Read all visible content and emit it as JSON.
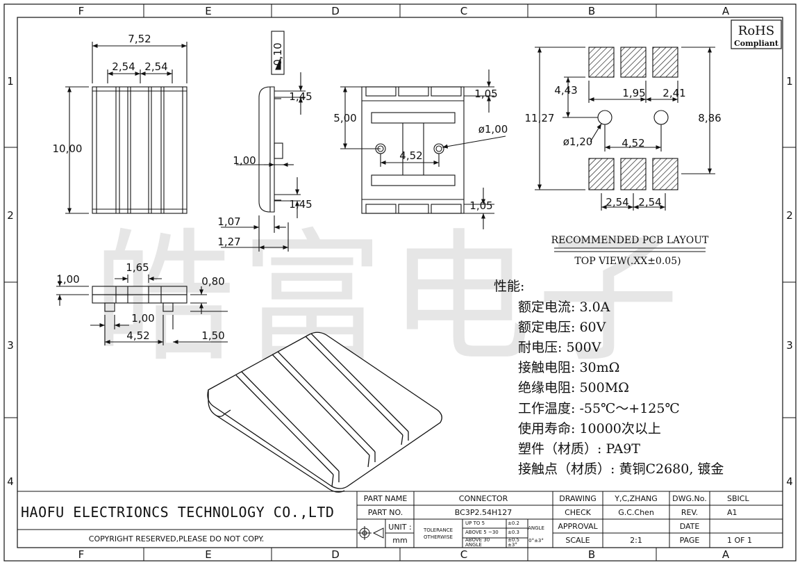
{
  "zones": {
    "columns": [
      "F",
      "E",
      "D",
      "C",
      "B",
      "A"
    ],
    "rows": [
      "1",
      "2",
      "3",
      "4"
    ]
  },
  "rohs": {
    "line1": "RoHS",
    "line2": "Compliant"
  },
  "watermark": "皓富电子",
  "dimensions": {
    "front_width": "7,52",
    "front_pitch_1": "2,54",
    "front_pitch_2": "2,54",
    "front_height": "10,00",
    "side_thk": "0,10",
    "side_145_top": "1,45",
    "side_100": "1,00",
    "side_145_bot": "1,45",
    "side_107": "1,07",
    "side_127": "1,27",
    "bottom_105_top": "1,05",
    "bottom_500": "5,00",
    "bottom_hole": "ø1,00",
    "bottom_452": "4,52",
    "bottom_105_bot": "1,05",
    "pcb_443": "4,43",
    "pcb_195": "1,95",
    "pcb_241": "2,41",
    "pcb_1127": "11,27",
    "pcb_886": "8,86",
    "pcb_hole": "ø1,20",
    "pcb_452": "4,52",
    "pcb_pitch_1": "2,54",
    "pcb_pitch_2": "2,54",
    "end_100": "1,00",
    "end_165": "1,65",
    "end_080": "0,80",
    "end_100b": "1,00",
    "end_452": "4,52",
    "end_150": "1,50"
  },
  "pcb_caption": {
    "title": "RECOMMENDED PCB LAYOUT",
    "subtitle": "TOP VIEW(.XX±0.05)"
  },
  "specs": {
    "heading": "性能:",
    "items": [
      "额定电流: 3.0A",
      "额定电压: 60V",
      "耐电压: 500V",
      "接触电阻: 30mΩ",
      "绝缘电阻: 500MΩ",
      "工作温度: -55℃～+125℃",
      "使用寿命: 10000次以上",
      "塑件（材质）: PA9T",
      "接触点（材质）: 黄铜C2680, 镀金"
    ]
  },
  "title_block": {
    "company": "HAOFU ELECTRIONCS TECHNOLOGY CO.,LTD",
    "copyright": "COPYRIGHT RESERVED,PLEASE DO NOT COPY.",
    "part_name_label": "PART NAME",
    "part_name": "CONNECTOR",
    "part_no_label": "PART NO.",
    "part_no": "BC3P2.54H127",
    "unit_label": "UNIT :",
    "unit": "mm",
    "tolerance_label": "TOLERANCE",
    "otherwise_label": "OTHERWISE",
    "tol_row1": "UP TO 5",
    "tol_row1_val": "±0.2",
    "tol_row2": "ABOVE 5 ~30",
    "tol_row2_val": "±0.3",
    "tol_row3": "ABOVE 30",
    "tol_row3_val": "±0.5",
    "angle_row": "ANGLE",
    "angle_val_small": "±3°",
    "angle_label": "ANGLE",
    "angle_val": "0°±3°",
    "drawing_label": "DRAWING",
    "drawing": "Y,C,ZHANG",
    "check_label": "CHECK",
    "check": "G.C.Chen",
    "approval_label": "APPROVAL",
    "scale_label": "SCALE",
    "scale": "2:1",
    "dwg_label": "DWG.No.",
    "dwg": "SBICL",
    "rev_label": "REV.",
    "rev": "A1",
    "date_label": "DATE",
    "page_label": "PAGE",
    "page": "1 OF 1"
  }
}
